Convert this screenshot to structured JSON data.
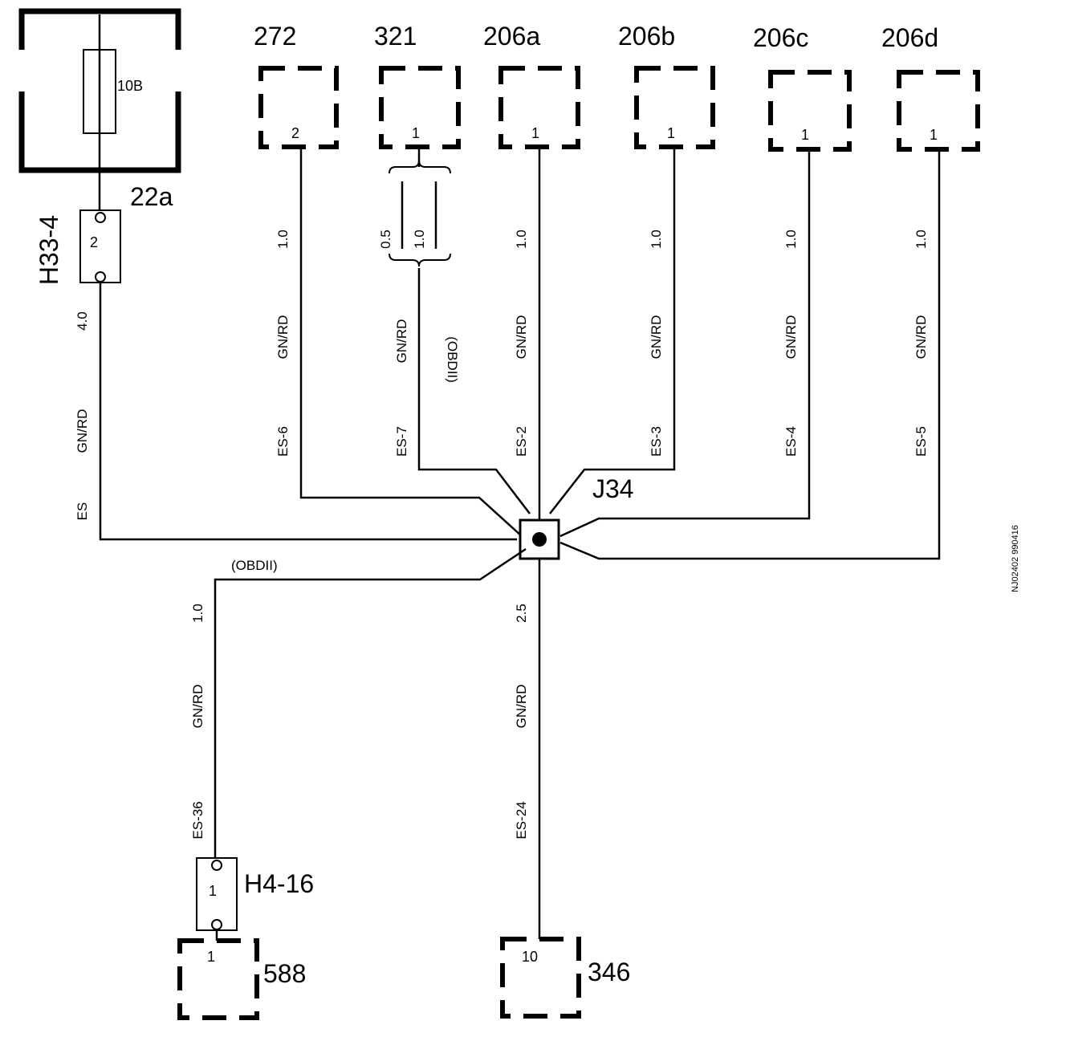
{
  "fuse": {
    "rating": "10B",
    "connector_label": "22a",
    "pin": "2"
  },
  "h33": {
    "label": "H33-4",
    "size": "4.0",
    "color": "GN/RD",
    "splice": "ES"
  },
  "j34": {
    "label": "J34"
  },
  "components": {
    "c272": {
      "id": "272",
      "pin": "2",
      "size": "1.0",
      "color": "GN/RD",
      "splice": "ES-6"
    },
    "c321": {
      "id": "321",
      "pin": "1",
      "size_a": "0.5",
      "size_b": "1.0",
      "color": "GN/RD",
      "splice": "ES-7",
      "note": "(OBDII)"
    },
    "c206a": {
      "id": "206a",
      "pin": "1",
      "size": "1.0",
      "color": "GN/RD",
      "splice": "ES-2"
    },
    "c206b": {
      "id": "206b",
      "pin": "1",
      "size": "1.0",
      "color": "GN/RD",
      "splice": "ES-3"
    },
    "c206c": {
      "id": "206c",
      "pin": "1",
      "size": "1.0",
      "color": "GN/RD",
      "splice": "ES-4"
    },
    "c206d": {
      "id": "206d",
      "pin": "1",
      "size": "1.0",
      "color": "GN/RD",
      "splice": "ES-5"
    },
    "c588": {
      "id": "588",
      "pin": "1"
    },
    "c346": {
      "id": "346",
      "pin": "10"
    }
  },
  "lower_left": {
    "note": "(OBDII)",
    "size": "1.0",
    "color": "GN/RD",
    "splice": "ES-36",
    "connector": "H4-16",
    "pin": "1"
  },
  "lower_mid": {
    "size": "2.5",
    "color": "GN/RD",
    "splice": "ES-24"
  },
  "drawing_ref": "NJ02402 990416"
}
